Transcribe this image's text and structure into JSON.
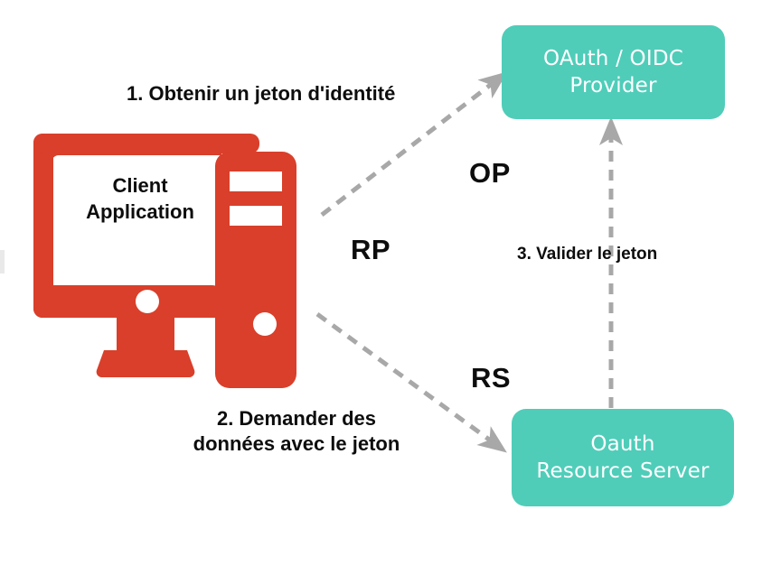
{
  "diagram": {
    "title": "OAuth / OIDC flow",
    "colors": {
      "teal": "#4fcdb9",
      "red": "#d93f2b",
      "arrow_gray": "#a8a8a8",
      "text_dark": "#0d0d0d",
      "background": "#ffffff"
    },
    "nodes": [
      {
        "id": "op",
        "label": "OAuth / OIDC\nProvider",
        "role_abbr": "OP",
        "shape": "rounded-rect",
        "color": "#4fcdb9"
      },
      {
        "id": "rp",
        "label": "Client\nApplication",
        "role_abbr": "RP",
        "shape": "computer-icon",
        "color": "#d93f2b"
      },
      {
        "id": "rs",
        "label": "Oauth\nResource Server",
        "role_abbr": "RS",
        "shape": "rounded-rect",
        "color": "#4fcdb9"
      }
    ],
    "edges": [
      {
        "id": "step1",
        "from": "rp",
        "to": "op",
        "label": "1. Obtenir un jeton d'identité",
        "style": "dashed",
        "arrow": "single"
      },
      {
        "id": "step2",
        "from": "rp",
        "to": "rs",
        "label": "2. Demander des\ndonnées avec le jeton",
        "style": "dashed",
        "arrow": "single"
      },
      {
        "id": "step3",
        "from": "rs",
        "to": "op",
        "label": "3. Valider le jeton",
        "style": "dashed",
        "arrow": "single"
      }
    ],
    "role_labels": {
      "op": "OP",
      "rp": "RP",
      "rs": "RS"
    },
    "icons": {
      "client": "desktop-computer-icon",
      "tower": "computer-tower-icon"
    }
  }
}
